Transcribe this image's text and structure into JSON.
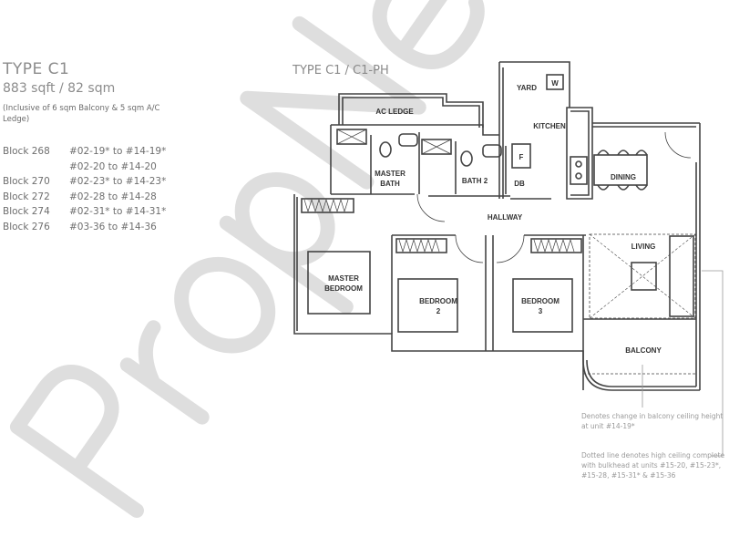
{
  "info": {
    "type_title": "TYPE C1",
    "area": "883 sqft / 82 sqm",
    "inclusive_note": "(Inclusive of 6 sqm Balcony & 5 sqm A/C Ledge)",
    "blocks": [
      {
        "block": "Block 268",
        "units": "#02-19* to #14-19*"
      },
      {
        "block": "",
        "units": "#02-20 to #14-20"
      },
      {
        "block": "Block 270",
        "units": "#02-23* to #14-23*"
      },
      {
        "block": "Block 272",
        "units": "#02-28 to #14-28"
      },
      {
        "block": "Block 274",
        "units": "#02-31* to #14-31*"
      },
      {
        "block": "Block 276",
        "units": "#03-36 to #14-36"
      }
    ]
  },
  "plan": {
    "title": "TYPE C1 / C1-PH",
    "rooms": {
      "ac_ledge": "AC LEDGE",
      "yard": "YARD",
      "washer": "W",
      "kitchen": "KITCHEN",
      "master_bath_1": "MASTER",
      "master_bath_2": "BATH",
      "bath2": "BATH 2",
      "fridge": "F",
      "db": "DB",
      "dining": "DINING",
      "hallway": "HALLWAY",
      "living": "LIVING",
      "master_bedroom_1": "MASTER",
      "master_bedroom_2": "BEDROOM",
      "bedroom2_1": "BEDROOM",
      "bedroom2_2": "2",
      "bedroom3_1": "BEDROOM",
      "bedroom3_2": "3",
      "balcony": "BALCONY"
    }
  },
  "notes": {
    "balcony_ceiling": "Denotes change in balcony ceiling height at unit #14-19*",
    "high_ceiling": "Dotted line denotes high ceiling complete with bulkhead at units #15-20, #15-23*, #15-28, #15-31* & #15-36"
  },
  "watermark": "PropNex"
}
